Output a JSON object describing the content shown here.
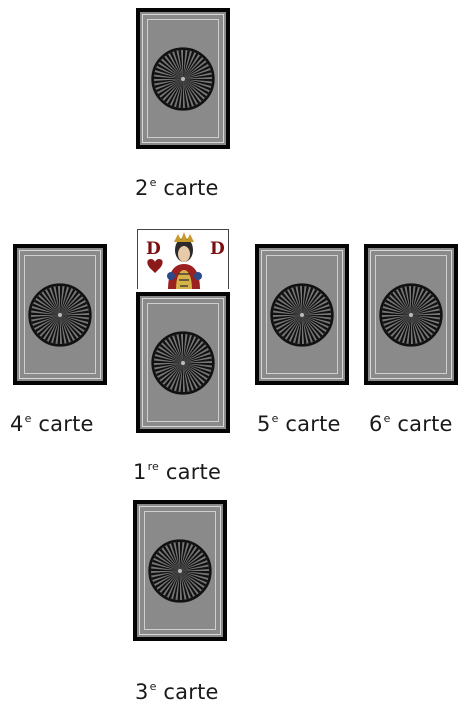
{
  "colors": {
    "card_border": "#050505",
    "card_face": "#8a8a8a",
    "rosette": "#111111",
    "text": "#1a1a1a"
  },
  "cards": [
    {
      "id": "card-1",
      "num": "1",
      "sup": "re",
      "word": "carte"
    },
    {
      "id": "card-2",
      "num": "2",
      "sup": "e",
      "word": "carte"
    },
    {
      "id": "card-3",
      "num": "3",
      "sup": "e",
      "word": "carte"
    },
    {
      "id": "card-4",
      "num": "4",
      "sup": "e",
      "word": "carte"
    },
    {
      "id": "card-5",
      "num": "5",
      "sup": "e",
      "word": "carte"
    },
    {
      "id": "card-6",
      "num": "6",
      "sup": "e",
      "word": "carte"
    }
  ],
  "queen_card": {
    "rank_left": "D",
    "rank_right": "D",
    "suit_icon": "heart-icon"
  },
  "icons": {
    "card_back": "rosette-icon",
    "queen": "queen-of-hearts-icon"
  }
}
